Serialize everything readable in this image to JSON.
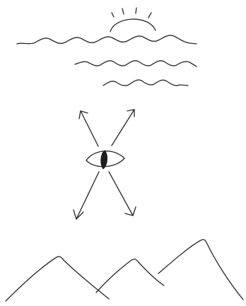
{
  "colors": {
    "ink": "#2b2b2b",
    "background": "#ffffff"
  },
  "diagram": {
    "elements": [
      "sun-icon",
      "water-waves",
      "eye-icon",
      "arrows-up",
      "arrows-down",
      "mountains-icon"
    ]
  }
}
